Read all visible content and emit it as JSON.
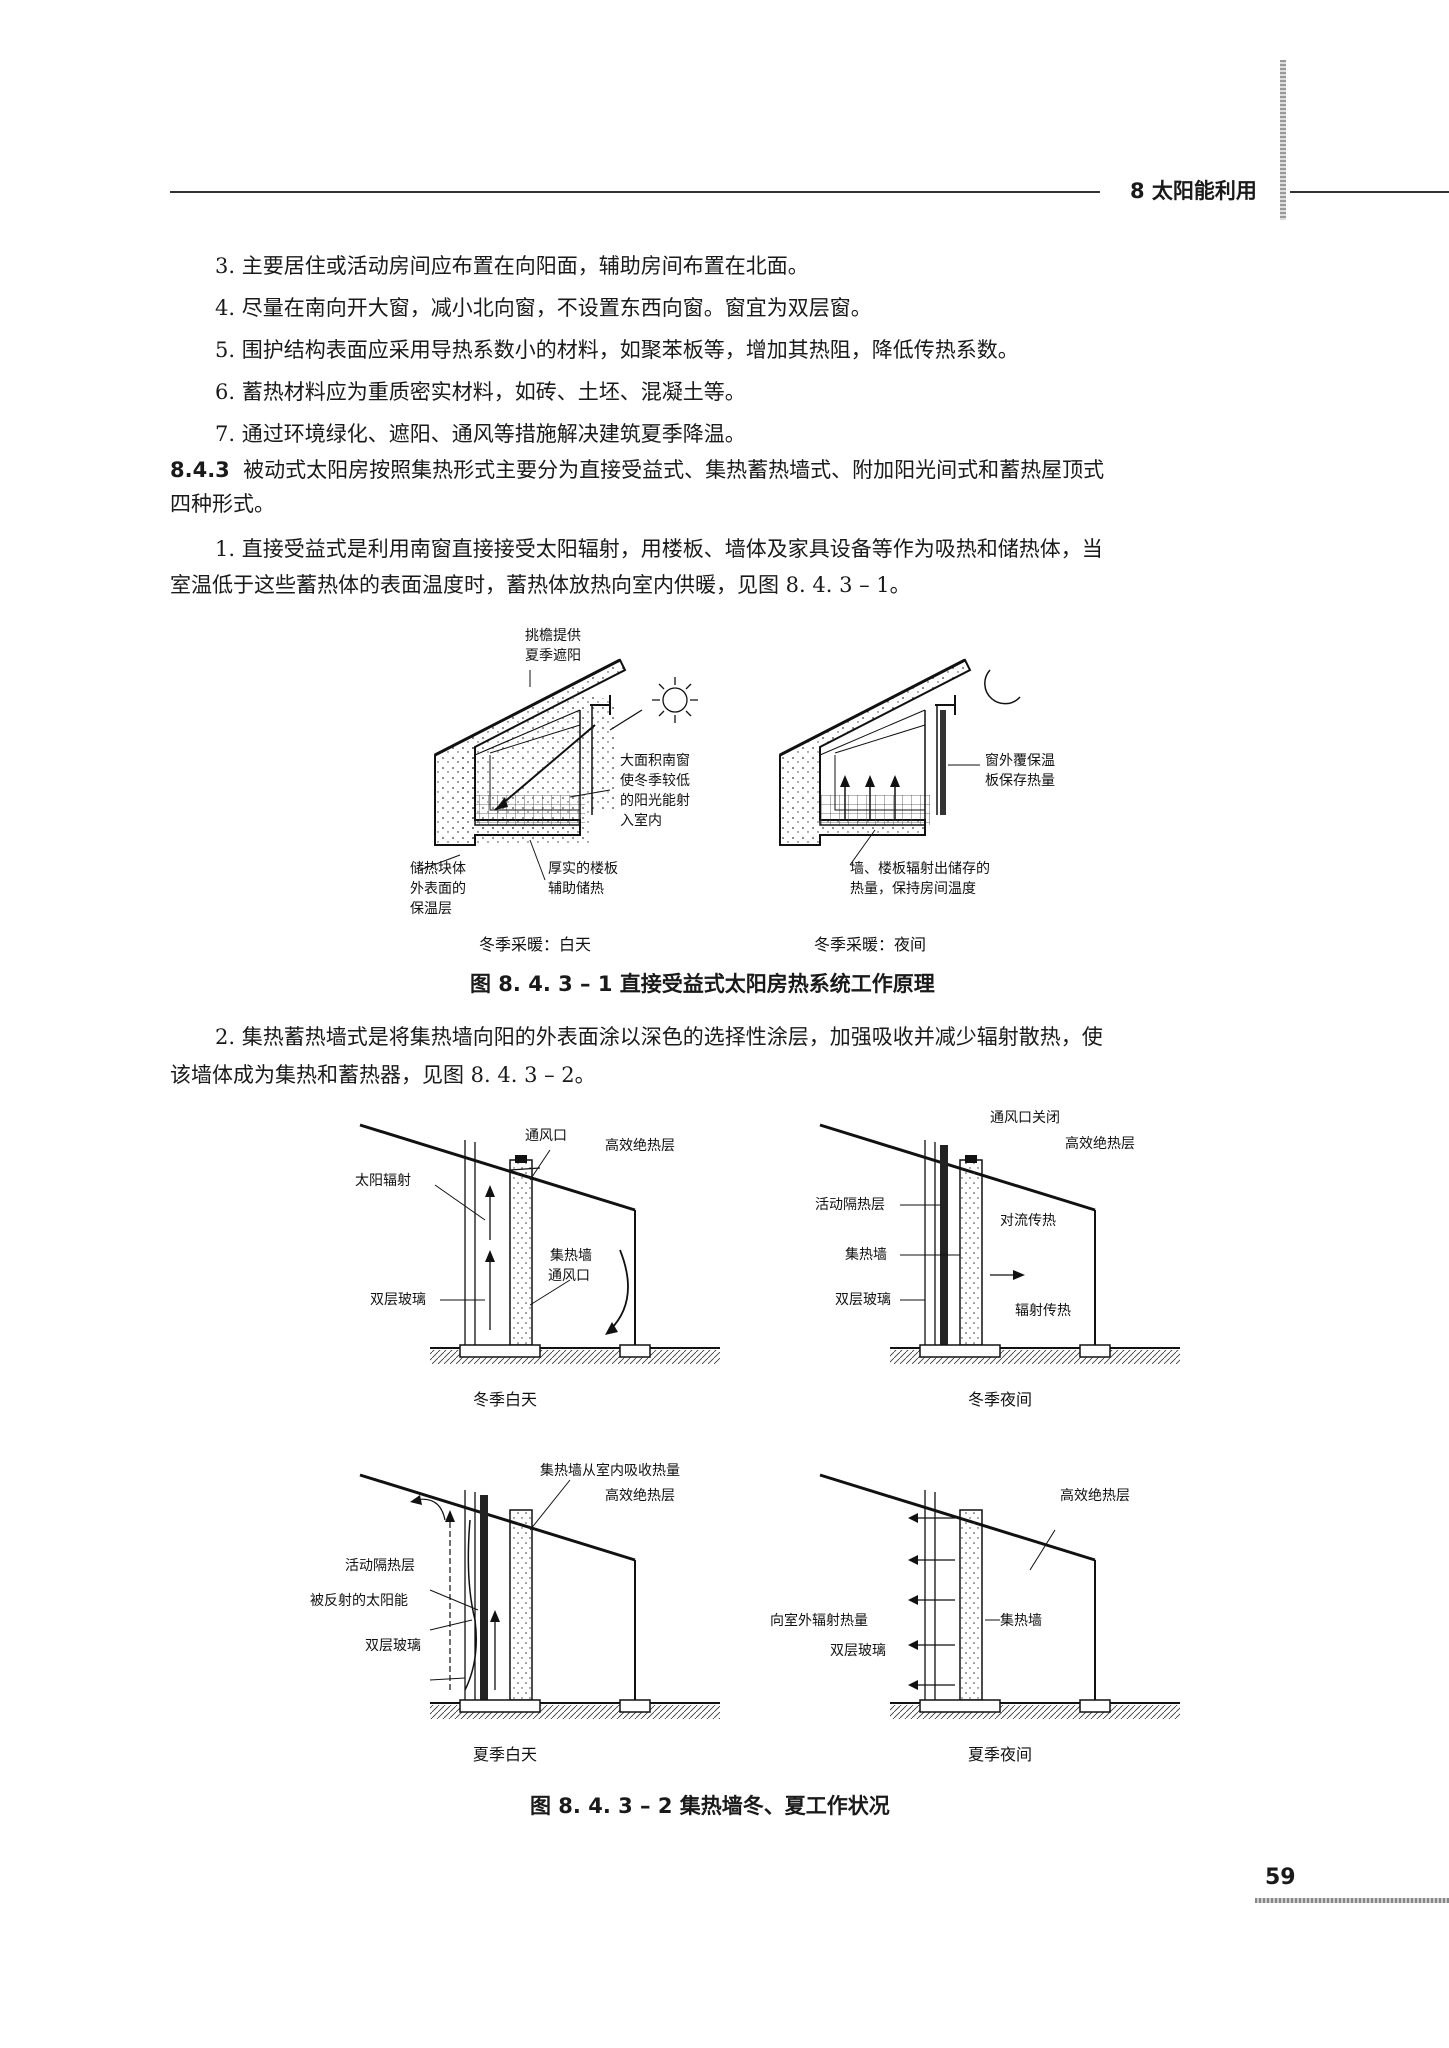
{
  "header": {
    "chapter": "8  太阳能利用"
  },
  "items": [
    "3. 主要居住或活动房间应布置在向阳面，辅助房间布置在北面。",
    "4. 尽量在南向开大窗，减小北向窗，不设置东西向窗。窗宜为双层窗。",
    "5. 围护结构表面应采用导热系数小的材料，如聚苯板等，增加其热阻，降低传热系数。",
    "6. 蓄热材料应为重质密实材料，如砖、土坯、混凝土等。",
    "7. 通过环境绿化、遮阳、通风等措施解决建筑夏季降温。"
  ],
  "section": {
    "number": "8.4.3",
    "line1": "被动式太阳房按照集热形式主要分为直接受益式、集热蓄热墙式、附加阳光间式和蓄热屋顶式",
    "line2": "四种形式。"
  },
  "para1": {
    "line1": "1. 直接受益式是利用南窗直接接受太阳辐射，用楼板、墙体及家具设备等作为吸热和储热体，当",
    "line2": "室温低于这些蓄热体的表面温度时，蓄热体放热向室内供暖，见图 8. 4. 3 – 1。"
  },
  "fig1": {
    "day_labels": {
      "eave1": "挑檐提供",
      "eave2": "夏季遮阳",
      "win1": "大面积南窗",
      "win2": "使冬季较低",
      "win3": "的阳光能射",
      "win4": "入室内",
      "ins1": "储热块体",
      "ins2": "外表面的",
      "ins3": "保温层",
      "floor1": "厚实的楼板",
      "floor2": "辅助储热"
    },
    "night_labels": {
      "cov1": "窗外覆保温",
      "cov2": "板保存热量",
      "rad1": "墙、楼板辐射出储存的",
      "rad2": "热量，保持房间温度"
    },
    "sub_day": "冬季采暖：白天",
    "sub_night": "冬季采暖：夜间",
    "caption": "图 8. 4. 3 – 1    直接受益式太阳房热系统工作原理"
  },
  "para2": {
    "line1": "2. 集热蓄热墙式是将集热墙向阳的外表面涂以深色的选择性涂层，加强吸收并减少辐射散热，使",
    "line2": "该墙体成为集热和蓄热器，见图 8. 4. 3 – 2。"
  },
  "fig2": {
    "wd": {
      "vent": "通风口",
      "ins": "高效绝热层",
      "sun": "太阳辐射",
      "wall": "集热墙",
      "vent2": "通风口",
      "glass": "双层玻璃",
      "title": "冬季白天"
    },
    "wn": {
      "vent": "通风口关闭",
      "ins": "高效绝热层",
      "mov": "活动隔热层",
      "conv": "对流传热",
      "wall": "集热墙",
      "glass": "双层玻璃",
      "rad": "辐射传热",
      "title": "冬季夜间"
    },
    "sd": {
      "absorb": "集热墙从室内吸收热量",
      "ins": "高效绝热层",
      "mov": "活动隔热层",
      "refl": "被反射的太阳能",
      "glass": "双层玻璃",
      "title": "夏季白天"
    },
    "sn": {
      "ins": "高效绝热层",
      "out": "向室外辐射热量",
      "wall": "集热墙",
      "glass": "双层玻璃",
      "title": "夏季夜间"
    },
    "caption": "图 8. 4. 3 – 2    集热墙冬、夏工作状况"
  },
  "page_number": "59"
}
